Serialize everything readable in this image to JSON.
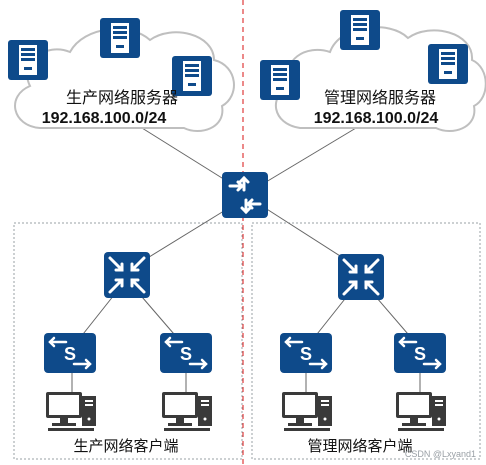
{
  "clouds": {
    "left": {
      "title": "生产网络服务器",
      "subnet": "192.168.100.0/24"
    },
    "right": {
      "title": "管理网络服务器",
      "subnet": "192.168.100.0/24"
    }
  },
  "groups": {
    "left": {
      "label": "生产网络客户端"
    },
    "right": {
      "label": "管理网络客户端"
    }
  },
  "watermark": "CSDN @Lxyand1",
  "colors": {
    "device_blue": "#0e4a8a",
    "device_blue_light": "#1a64b0",
    "divider_red": "#e03b3b",
    "box_dashed": "#9aa0a6",
    "link_line": "#666666",
    "cloud_fill": "#ffffff",
    "cloud_stroke": "#bfbfbf"
  },
  "icons": {
    "server": "server-icon",
    "router": "router-icon",
    "l3_switch": "layer3-switch-icon",
    "l2_switch": "switch-icon",
    "pc": "pc-icon"
  }
}
